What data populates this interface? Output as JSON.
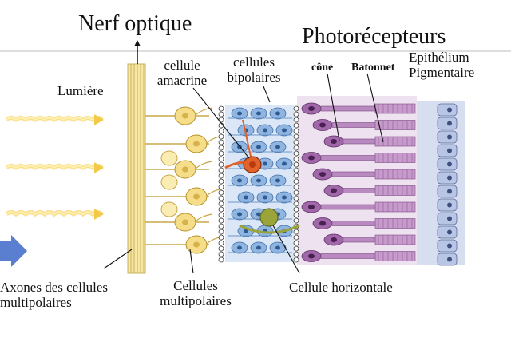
{
  "labels": {
    "nerf_optique": "Nerf optique",
    "photorecepteurs": "Photorécepteurs",
    "cellule_amacrine": "cellule\namacrine",
    "cellules_bipolaires": "cellules\nbipolaires",
    "cone": "cône",
    "batonnet": "Batonnet",
    "epithelium": "Epithélium\nPigmentaire",
    "lumiere": "Lumière",
    "axones": "Axones des cellules\nmultipolaires",
    "cellules_multipolaires": "Cellules\nmultipolaires",
    "cellule_horizontale": "Cellule horizontale"
  },
  "colors": {
    "light_wave": "#f3c94a",
    "multipolar": "#f5dd8a",
    "bipolar": "#8fb5e0",
    "amacrine": "#e2622c",
    "horizontal": "#9aa43a",
    "photoreceptor": "#a068a8",
    "epithelium": "#b9c5e4",
    "arrow": "#5b7fd0"
  }
}
